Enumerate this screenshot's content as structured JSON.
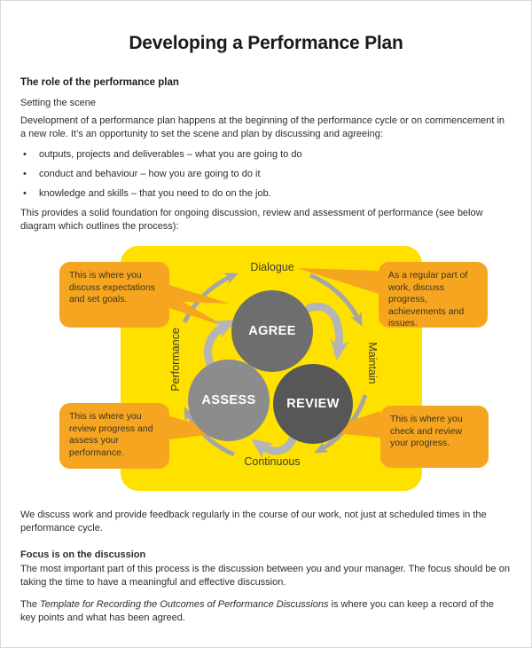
{
  "page": {
    "title": "Developing a Performance Plan",
    "section_heading": "The role of the performance plan",
    "sub_heading": "Setting the scene",
    "intro": "Development of a performance plan happens at the beginning of the performance cycle or on commencement in a new role. It’s an opportunity to set the scene and plan by discussing and agreeing:",
    "bullets": [
      "outputs, projects and deliverables – what you are going to do",
      "conduct and behaviour – how you are going to do it",
      "knowledge and skills – that you need to do on the job."
    ],
    "bullet_char": "•",
    "foundation": "This provides a solid foundation for ongoing discussion, review and assessment of performance (see below diagram which outlines the process):",
    "feedback": "We discuss work and provide feedback regularly in the course of our work, not just at scheduled times in the performance cycle.",
    "focus_heading": "Focus is on the discussion",
    "focus_body": "The most important part of this process is the discussion between you and your manager. The focus should be on taking the time to have a meaningful and effective discussion.",
    "template_prefix": "The ",
    "template_italic": "Template for Recording the Outcomes of Performance Discussions",
    "template_suffix": " is where you can keep a record of the key points and what has been agreed."
  },
  "diagram": {
    "nodes": [
      {
        "label": "AGREE",
        "color": "#6e6e6e"
      },
      {
        "label": "ASSESS",
        "color": "#8c8c8c"
      },
      {
        "label": "REVIEW",
        "color": "#575757"
      }
    ],
    "ring_labels": {
      "top": "Dialogue",
      "right": "Maintain",
      "bottom": "Continuous",
      "left": "Performance"
    },
    "callouts": {
      "top_left": "This is where you discuss expectations and set goals.",
      "top_right": "As a regular part of work, discuss progress, achievements and issues.",
      "bottom_left": "This is where you review progress and assess your performance.",
      "bottom_right": "This is where you check and review your progress."
    },
    "colors": {
      "background_yellow": "#ffe100",
      "callout_orange": "#f5a51f",
      "ring_arrow_gray": "#a6a6a6",
      "inner_arrow_gray": "#b5b5b5",
      "text_dark": "#3a3322"
    }
  }
}
